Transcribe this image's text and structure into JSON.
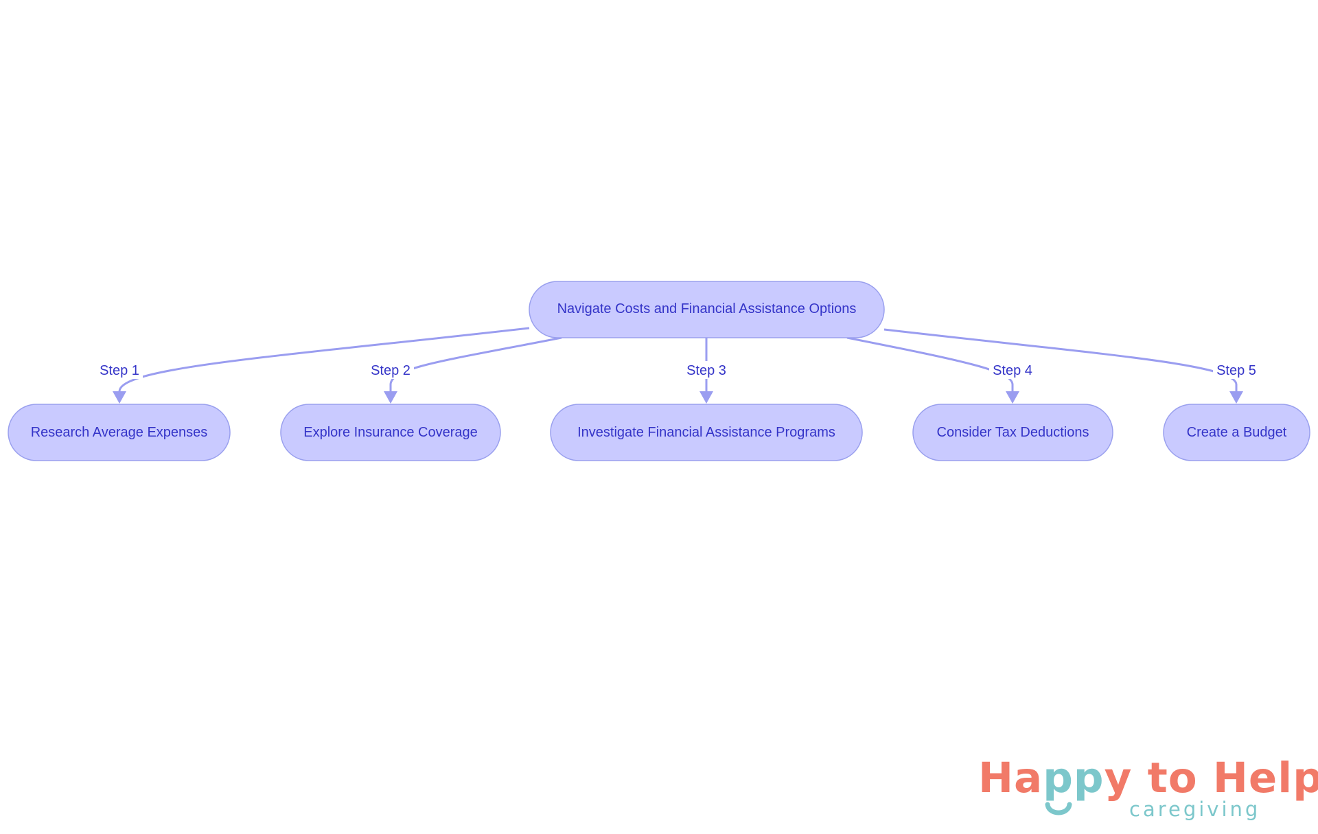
{
  "diagram": {
    "root": {
      "label": "Navigate Costs and Financial Assistance Options"
    },
    "children": [
      {
        "label": "Research Average Expenses",
        "edge_label": "Step 1"
      },
      {
        "label": "Explore Insurance Coverage",
        "edge_label": "Step 2"
      },
      {
        "label": "Investigate Financial Assistance Programs",
        "edge_label": "Step 3"
      },
      {
        "label": "Consider Tax Deductions",
        "edge_label": "Step 4"
      },
      {
        "label": "Create a Budget",
        "edge_label": "Step 5"
      }
    ],
    "colors": {
      "node_fill": "#c9caff",
      "node_border": "#9aa0ee",
      "text": "#3434c8",
      "edge": "#9a9df0"
    }
  },
  "logo": {
    "line1_part1": "Ha",
    "line1_part2": "pp",
    "line1_part3": "y to Help",
    "line2": "caregiving",
    "colors": {
      "coral": "#f17a68",
      "teal": "#7cc7cb"
    }
  }
}
